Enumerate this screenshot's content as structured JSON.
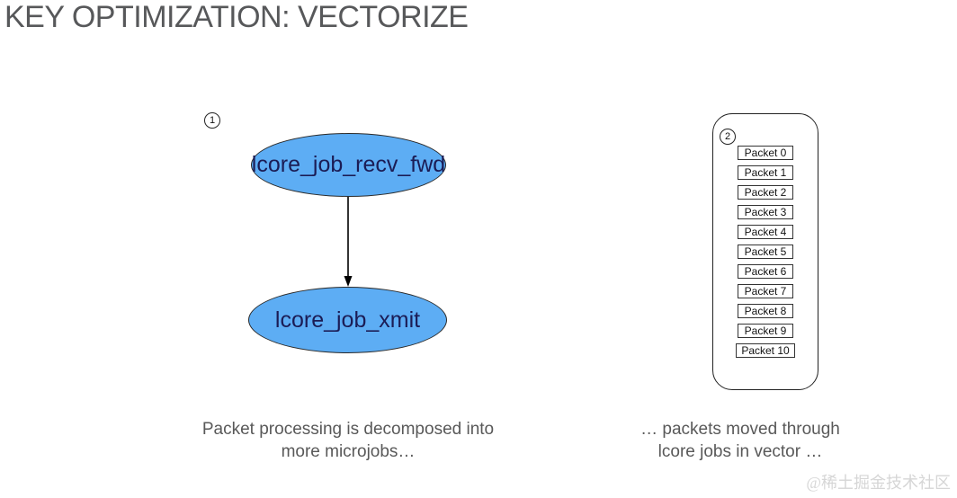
{
  "title": "KEY OPTIMIZATION: VECTORIZE",
  "badges": {
    "step1": "1",
    "step2": "2"
  },
  "nodes": {
    "top": "lcore_job_recv_fwd",
    "bottom": "lcore_job_xmit"
  },
  "vector": {
    "packets": [
      "Packet 0",
      "Packet 1",
      "Packet 2",
      "Packet 3",
      "Packet 4",
      "Packet 5",
      "Packet 6",
      "Packet 7",
      "Packet 8",
      "Packet 9",
      "Packet 10"
    ]
  },
  "captions": {
    "left": [
      "Packet processing is decomposed into",
      "more microjobs…"
    ],
    "right": [
      "… packets moved through",
      "lcore jobs in vector …"
    ]
  },
  "watermark": "@稀土掘金技术社区",
  "colors": {
    "node_fill": "#5dadf4",
    "node_text": "#1b1c55",
    "title_text": "#57585a",
    "caption_text": "#595959",
    "watermark_text": "#d6d6d6"
  }
}
